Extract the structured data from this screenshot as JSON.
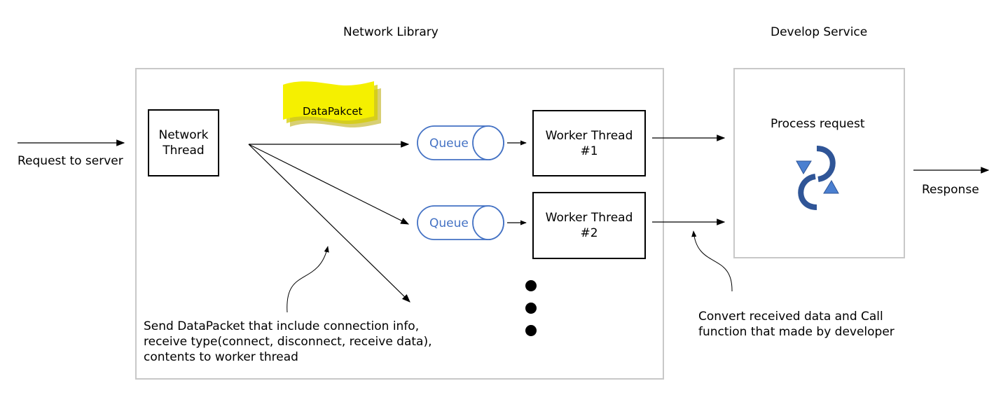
{
  "sections": {
    "network_library_title": "Network Library",
    "develop_service_title": "Develop Service"
  },
  "nodes": {
    "network_thread": "Network\nThread",
    "worker_thread_1": "Worker Thread\n#1",
    "worker_thread_2": "Worker Thread\n#2",
    "queue_1": "Queue",
    "queue_2": "Queue",
    "data_packet": "DataPakcet",
    "process_request": "Process request"
  },
  "labels": {
    "request_to_server": "Request to server",
    "response": "Response",
    "send_note": "Send DataPacket that include connection info,\nreceive type(connect, disconnect, receive data),\ncontents to worker thread",
    "convert_note": "Convert received data and Call\nfunction that made by developer"
  },
  "colors": {
    "queue_blue": "#4472c4",
    "packet_yellow": "#f5f000",
    "packet_shadow": "#b8a800",
    "cycle_arrow": "#2f5597",
    "panel_border": "#c8c8c8"
  },
  "icons": {
    "continuation": "vertical-ellipsis-dots",
    "cycle": "refresh-cycle-arrows"
  }
}
